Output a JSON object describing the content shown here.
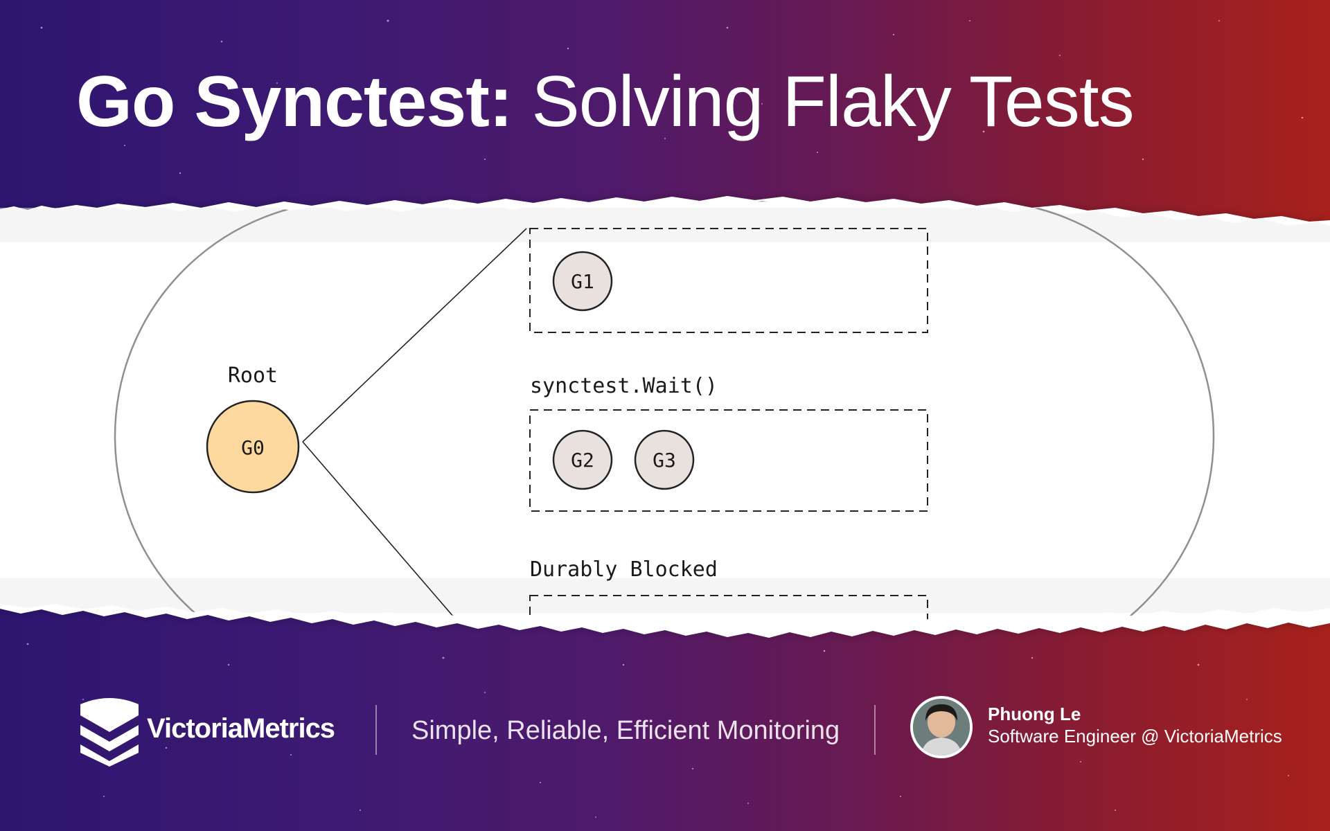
{
  "header": {
    "title_bold": "Go Synctest:",
    "title_light": "Solving Flaky Tests"
  },
  "diagram": {
    "root_label": "Root",
    "root_node": "G0",
    "group_labels": {
      "wait": "synctest.Wait()",
      "blocked": "Durably Blocked"
    },
    "nodes": {
      "g1": "G1",
      "g2": "G2",
      "g3": "G3"
    }
  },
  "footer": {
    "brand": "VictoriaMetrics",
    "tagline": "Simple, Reliable, Efficient Monitoring",
    "author_name": "Phuong Le",
    "author_role": "Software Engineer @ VictoriaMetrics"
  },
  "colors": {
    "gradient_left": "#2e1570",
    "gradient_right": "#a8211c",
    "root_node_fill": "#fdd9a0",
    "child_node_fill": "#e9e1dd"
  }
}
